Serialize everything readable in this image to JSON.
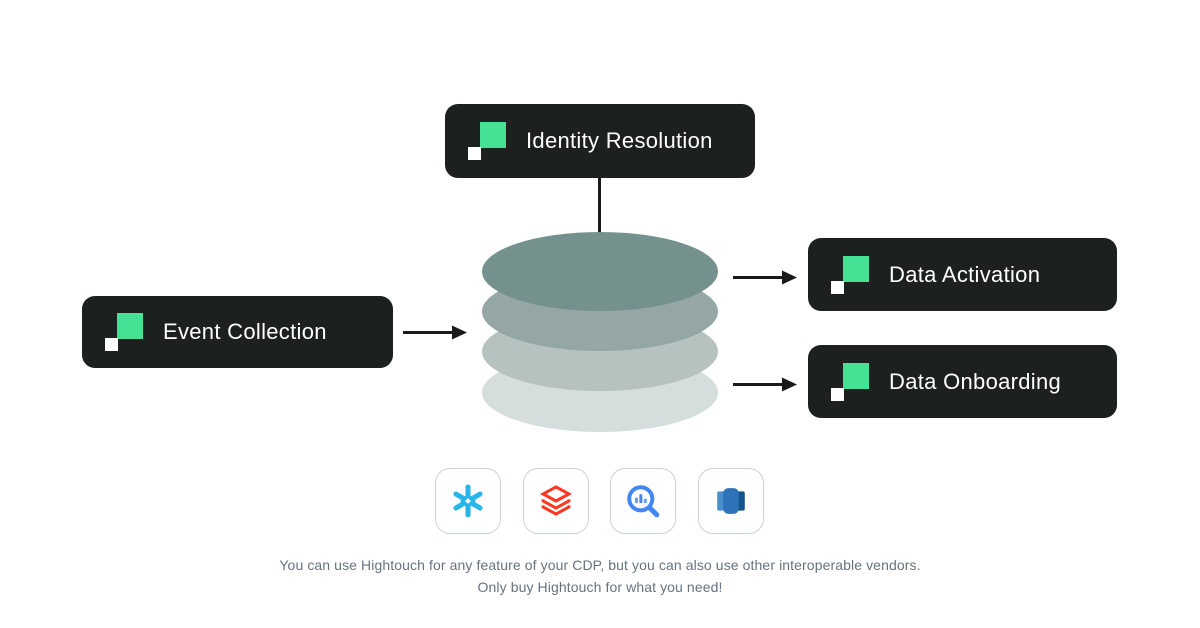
{
  "theme": {
    "canvas_bg": "#ffffff",
    "pill_bg": "#1c201f",
    "pill_text": "#ffffff",
    "accent_green": "#45e194",
    "arrow_color": "#1a1a1a",
    "tile_border": "#c7d2dd",
    "caption_color": "#66737f"
  },
  "nodes": {
    "identity_resolution": {
      "label": "Identity Resolution"
    },
    "event_collection": {
      "label": "Event Collection"
    },
    "data_activation": {
      "label": "Data Activation"
    },
    "data_onboarding": {
      "label": "Data Onboarding"
    }
  },
  "cylinder": {
    "layer_colors": [
      "#75918d",
      "#95a7a4",
      "#b5c2c0",
      "#d5dedd"
    ]
  },
  "vendors": [
    {
      "name": "snowflake",
      "color": "#29b5e8"
    },
    {
      "name": "databricks",
      "color": "#ff3621"
    },
    {
      "name": "bigquery",
      "color": "#4285f4",
      "bar_color": "#669df6"
    },
    {
      "name": "redshift",
      "color": "#2e73b8",
      "left_color": "#4a8fcd",
      "right_color": "#16548e"
    }
  ],
  "caption": {
    "line1": "You can use Hightouch for any feature of your CDP, but you can also use other interoperable vendors.",
    "line2": "Only buy Hightouch for what you need!"
  }
}
